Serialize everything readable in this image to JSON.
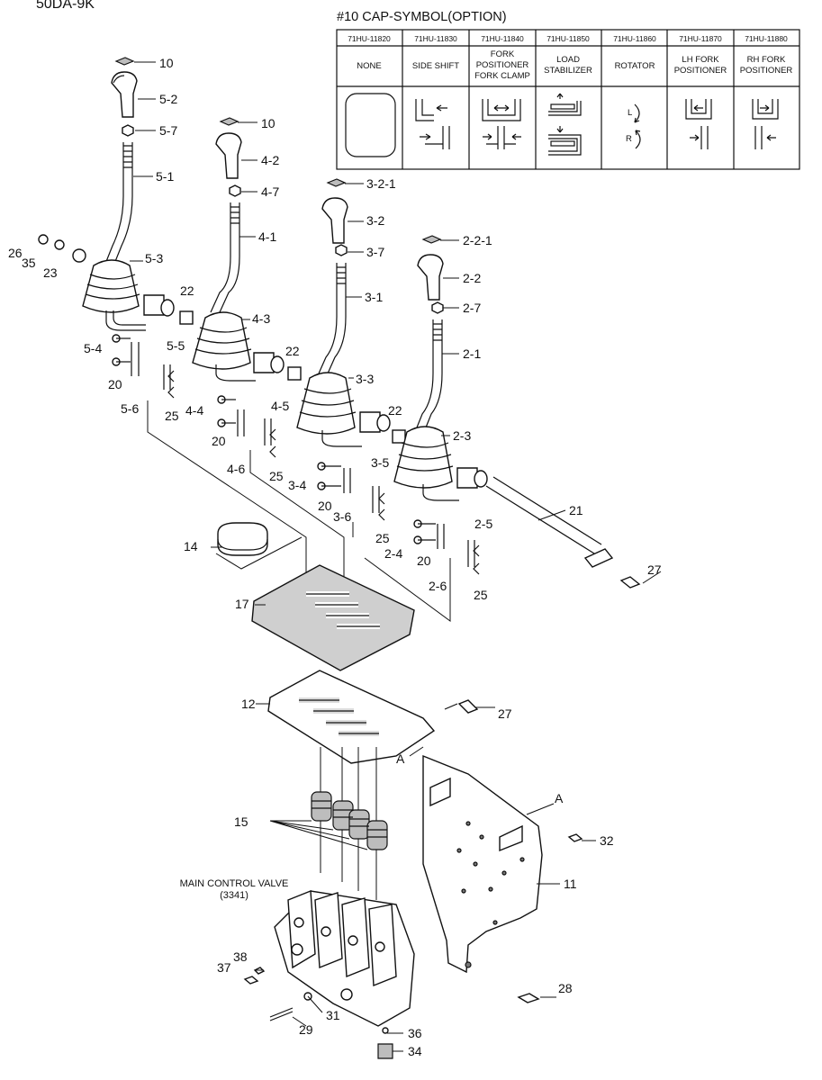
{
  "header": {
    "model": "50DA-9K",
    "option_title": "#10 CAP-SYMBOL(OPTION)"
  },
  "option_table": {
    "part_numbers": [
      "71HU-11820",
      "71HU-11830",
      "71HU-11840",
      "71HU-11850",
      "71HU-11860",
      "71HU-11870",
      "71HU-11880"
    ],
    "captions": [
      [
        "NONE"
      ],
      [
        "SIDE SHIFT"
      ],
      [
        "FORK",
        "POSITIONER",
        "FORK CLAMP"
      ],
      [
        "LOAD",
        "STABILIZER"
      ],
      [
        "ROTATOR"
      ],
      [
        "LH FORK",
        "POSITIONER"
      ],
      [
        "RH FORK",
        "POSITIONER"
      ]
    ],
    "rotator_marks": [
      "L",
      "R"
    ]
  },
  "callouts": {
    "c10a": "10",
    "c5_2": "5-2",
    "c5_7": "5-7",
    "c5_1": "5-1",
    "c5_3": "5-3",
    "c5_4": "5-4",
    "c5_5": "5-5",
    "c5_6": "5-6",
    "c10b": "10",
    "c4_2": "4-2",
    "c4_7": "4-7",
    "c4_1": "4-1",
    "c4_3": "4-3",
    "c4_4": "4-4",
    "c4_5": "4-5",
    "c4_6": "4-6",
    "c3_2_1": "3-2-1",
    "c3_2": "3-2",
    "c3_7": "3-7",
    "c3_1": "3-1",
    "c3_3": "3-3",
    "c3_4": "3-4",
    "c3_5": "3-5",
    "c3_6": "3-6",
    "c2_2_1": "2-2-1",
    "c2_2": "2-2",
    "c2_7": "2-7",
    "c2_1": "2-1",
    "c2_3": "2-3",
    "c2_4": "2-4",
    "c2_5": "2-5",
    "c2_6": "2-6",
    "c26": "26",
    "c35": "35",
    "c23": "23",
    "c22a": "22",
    "c22b": "22",
    "c22c": "22",
    "c20a": "20",
    "c20b": "20",
    "c20c": "20",
    "c20d": "20",
    "c25a": "25",
    "c25b": "25",
    "c25c": "25",
    "c25d": "25",
    "c21": "21",
    "c27a": "27",
    "c27b": "27",
    "c14": "14",
    "c17": "17",
    "c12": "12",
    "cA1": "A",
    "cA2": "A",
    "c15": "15",
    "c32": "32",
    "c11": "11",
    "c28": "28",
    "c38": "38",
    "c37": "37",
    "c31": "31",
    "c29": "29",
    "c36": "36",
    "c34": "34"
  },
  "main_control_valve": {
    "line1": "MAIN CONTROL VALVE",
    "line2": "(3341)"
  }
}
